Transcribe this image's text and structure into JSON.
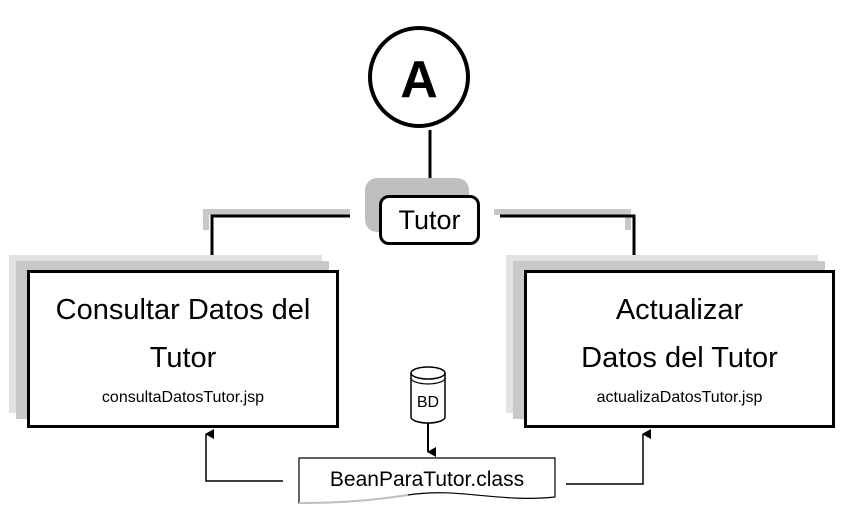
{
  "connector": {
    "label": "A"
  },
  "tutor": {
    "label": "Tutor"
  },
  "pages": {
    "left": {
      "title_line1": "Consultar Datos del",
      "title_line2": "Tutor",
      "file": "consultaDatosTutor.jsp"
    },
    "right": {
      "title_line1": "Actualizar",
      "title_line2": "Datos del Tutor",
      "file": "actualizaDatosTutor.jsp"
    }
  },
  "database": {
    "label": "BD"
  },
  "bean": {
    "label": "BeanParaTutor.class"
  }
}
